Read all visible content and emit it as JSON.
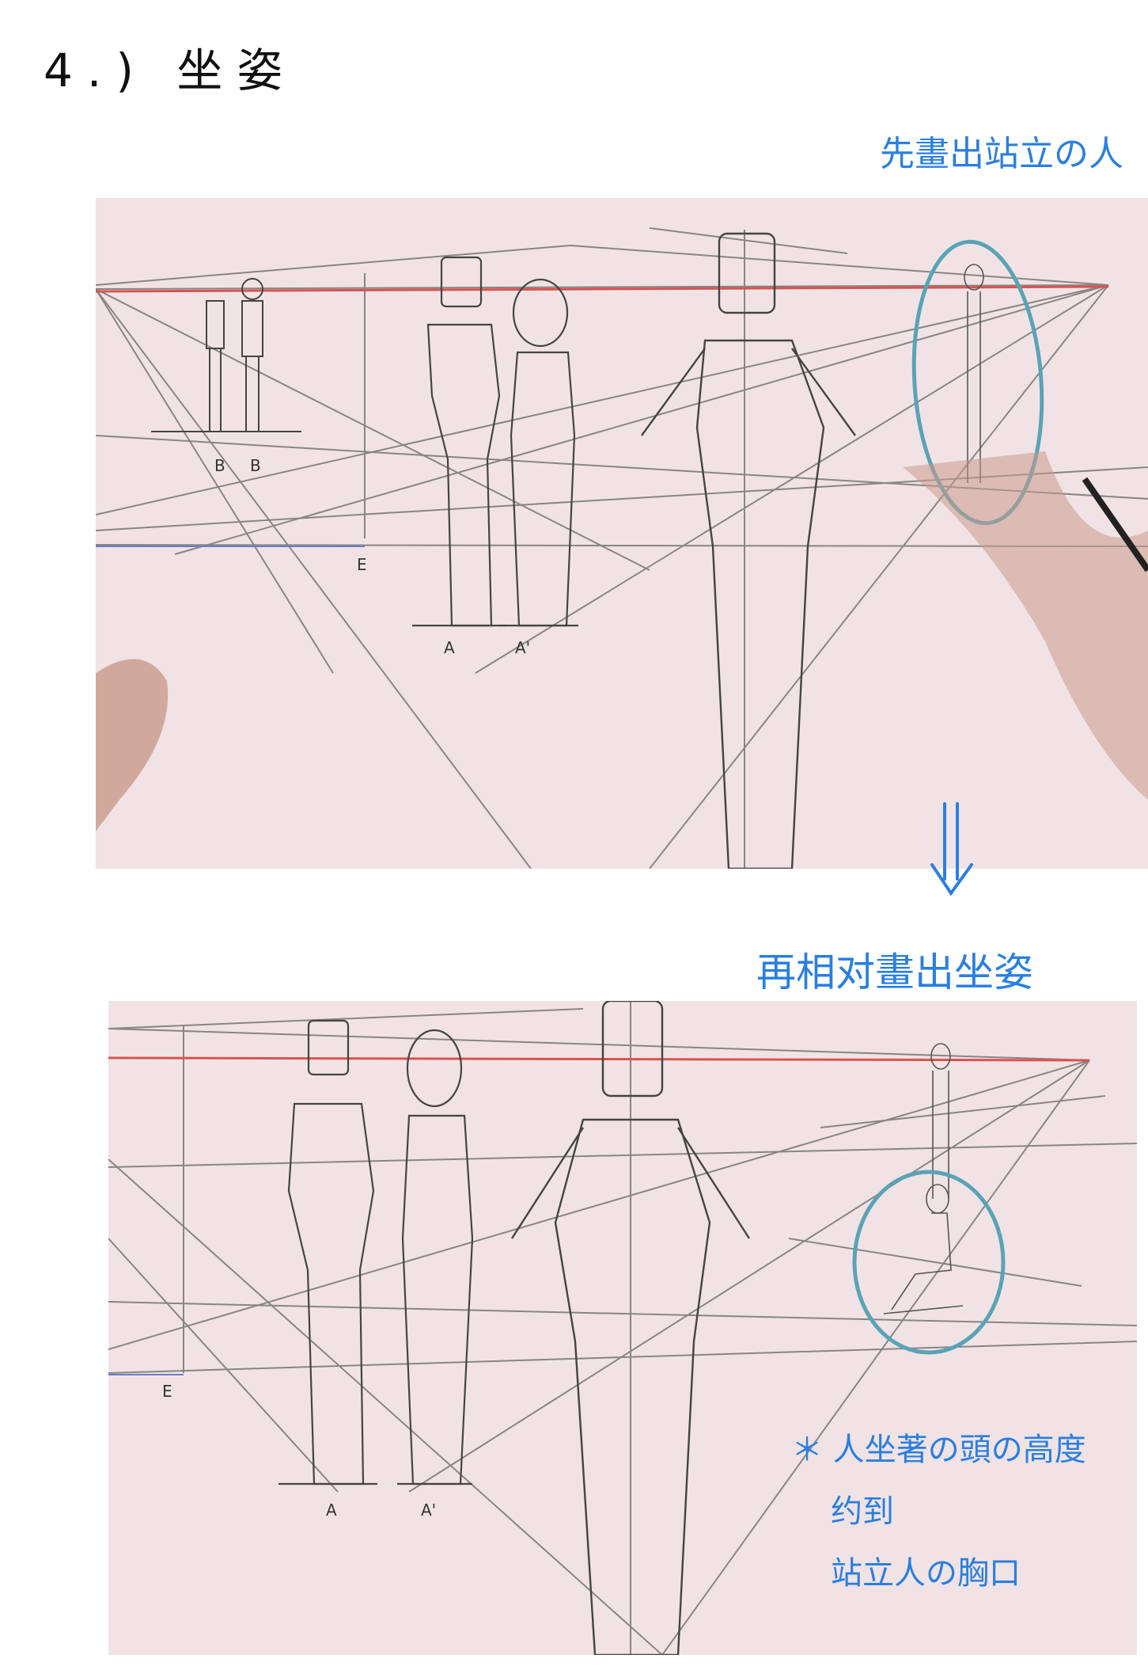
{
  "heading": {
    "number": "4.)",
    "text": "坐姿"
  },
  "notes": {
    "top_right": "先畫出站立の人",
    "middle": "再相对畫出坐姿",
    "bottom_line1": "＊ 人坐著の頭の高度",
    "bottom_line2": "约到",
    "bottom_line3": "站立人の胸口"
  },
  "photo1": {
    "labels": {
      "b1": "B",
      "b2": "B",
      "e": "E",
      "a": "A",
      "a2": "A'"
    }
  },
  "photo2": {
    "labels": {
      "e": "E",
      "a": "A",
      "a2": "A'"
    }
  },
  "colors": {
    "annotation": "#2a7fe0",
    "circle": "#5aa3b5",
    "horizon": "#d9534f",
    "paper": "#f1e3e5",
    "pencil": "#555555"
  }
}
